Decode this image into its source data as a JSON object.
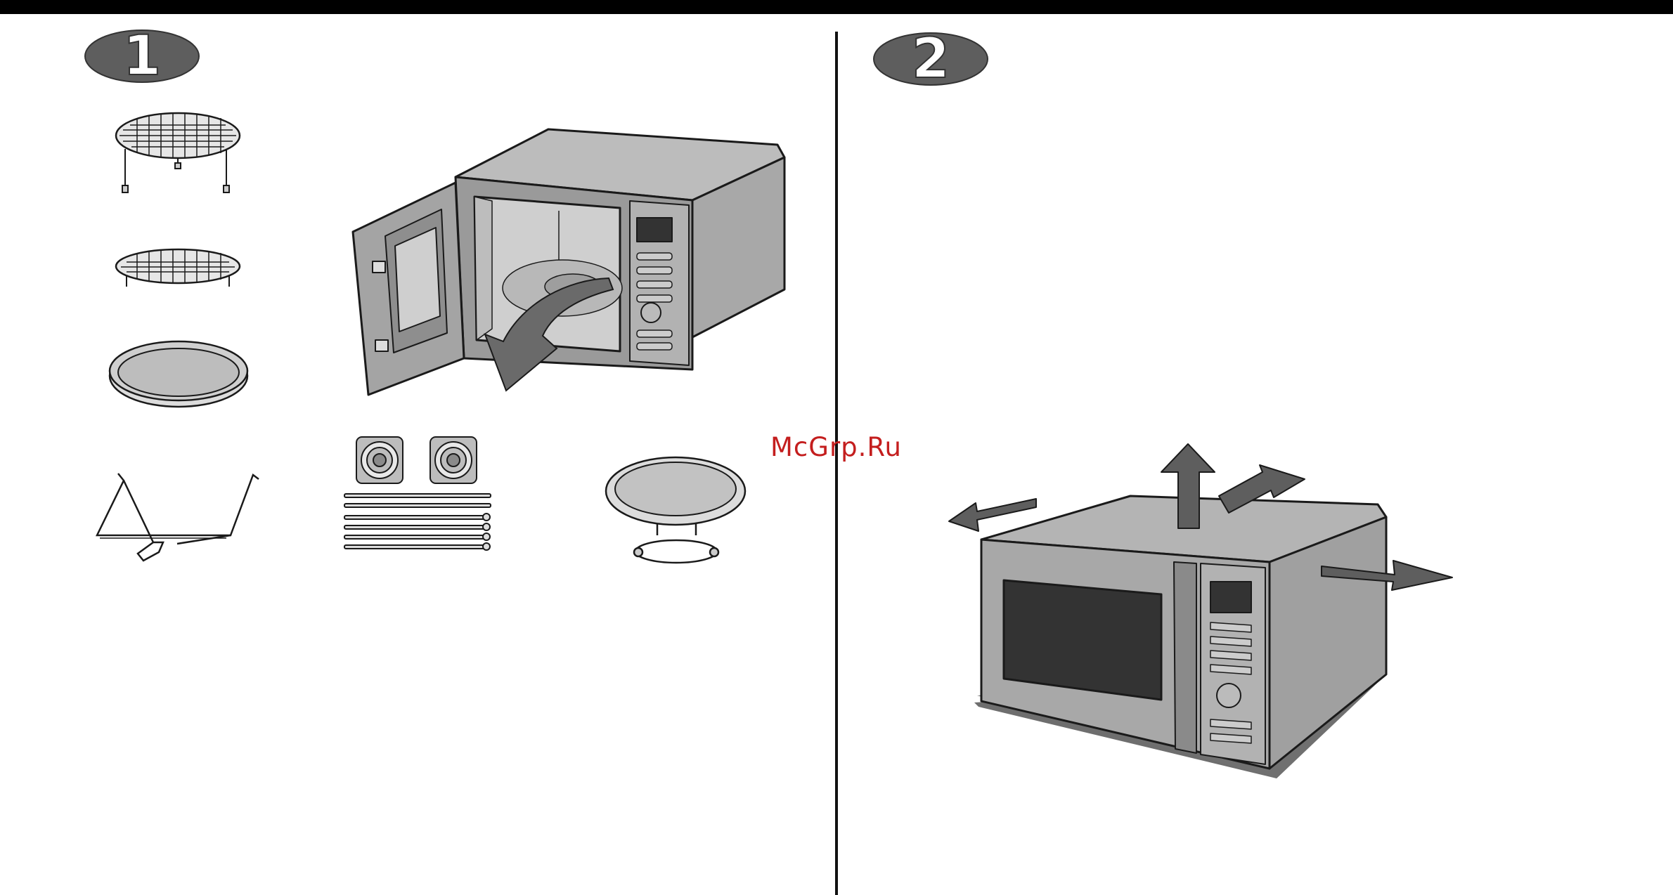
{
  "steps": [
    {
      "number": "1"
    },
    {
      "number": "2"
    }
  ],
  "watermark": "McGrp.Ru",
  "colors": {
    "panel_gray": "#9a9a9a",
    "dark_gray": "#5e5e5e",
    "outline": "#1a1a1a",
    "watermark_red": "#c41e1e"
  },
  "icons": [
    "high-rack-icon",
    "low-rack-icon",
    "baking-tray-icon",
    "spit-holder-icon",
    "spit-fork-icon",
    "skewers-icon",
    "turntable-icon",
    "microwave-open-door-icon",
    "microwave-clearance-icon",
    "airflow-arrow-icon"
  ]
}
